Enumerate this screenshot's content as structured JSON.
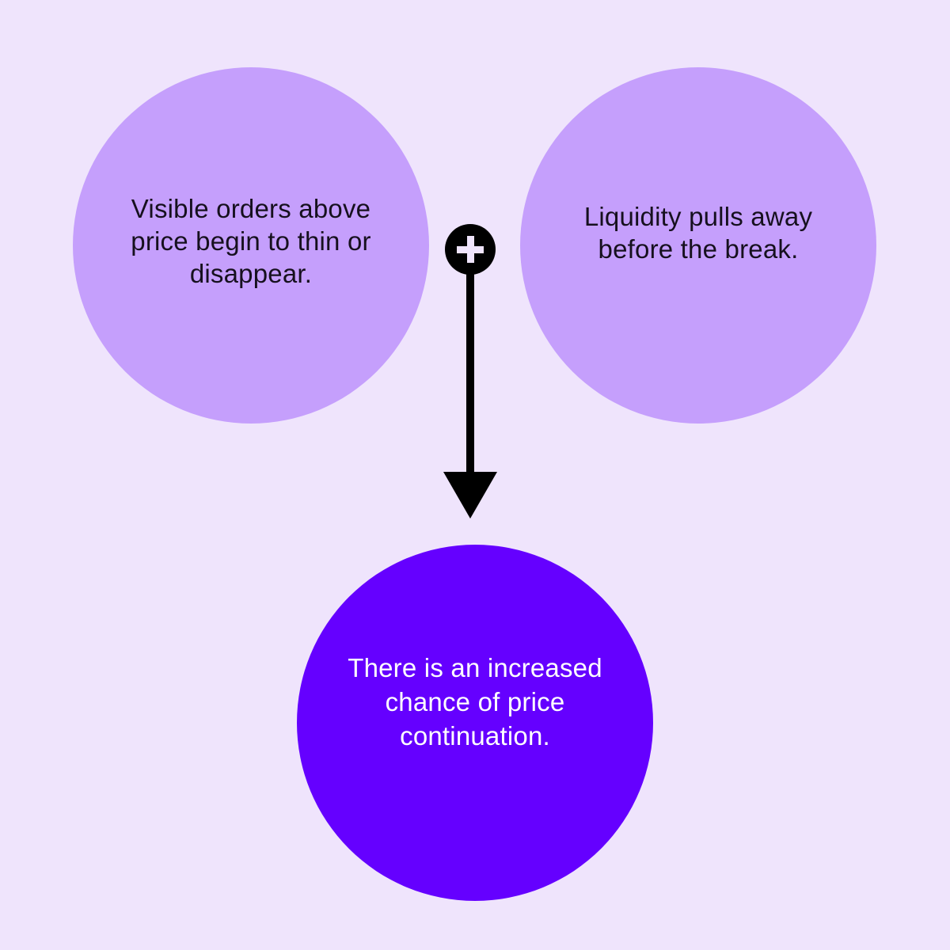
{
  "diagram": {
    "nodes": [
      {
        "id": "visible-orders",
        "text": "Visible orders above price begin to thin or disappear.",
        "color": "#c59ffc"
      },
      {
        "id": "liquidity-pulls",
        "text": "Liquidity pulls away before the break.",
        "color": "#c59ffc"
      },
      {
        "id": "outcome",
        "text": "There is an increased chance of price continuation.",
        "color": "#6500ff"
      }
    ],
    "connector": {
      "symbol": "+",
      "meaning": "combine",
      "direction": "down",
      "target": "outcome"
    },
    "colors": {
      "background": "#efe4fc",
      "connector": "#000000"
    }
  }
}
